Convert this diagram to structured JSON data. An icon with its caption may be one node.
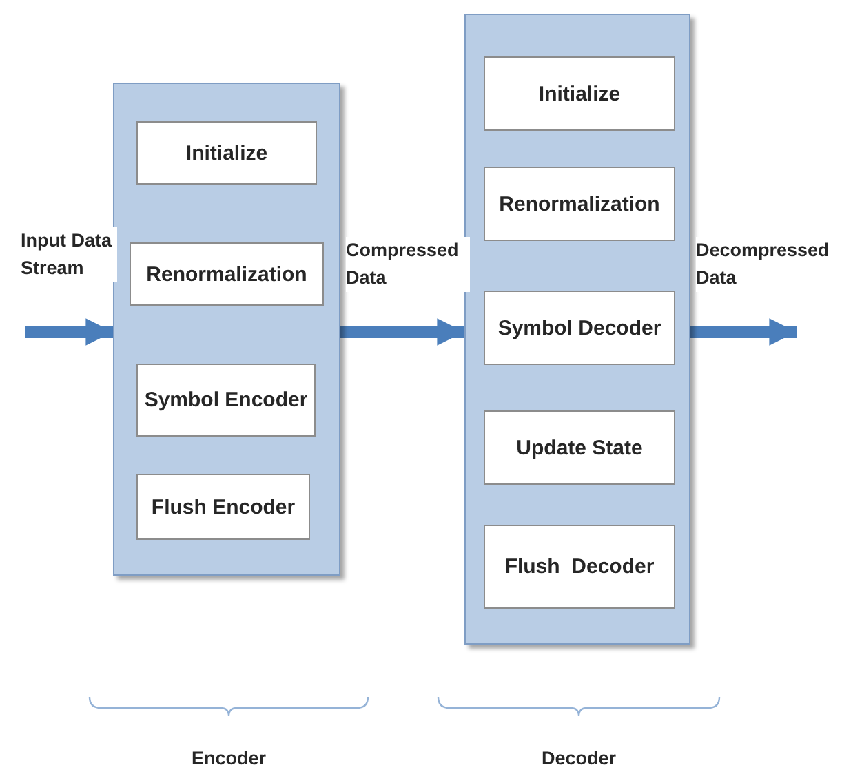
{
  "diagram": {
    "nodes": [
      {
        "text": [],
        "shape": "box"
      },
      {
        "text": [
          "Initialize"
        ],
        "in": 0
      },
      {
        "text": [
          "Renormalization"
        ],
        "in": 0
      },
      {
        "text": [
          "Symbol Encoder"
        ],
        "in": 0
      },
      {
        "text": [
          "Flush Encoder"
        ],
        "in": 0
      },
      {
        "text": [],
        "shape": "box"
      },
      {
        "text": [
          "Initialize"
        ],
        "in": 5
      },
      {
        "text": [
          "Renormalization"
        ],
        "in": 5
      },
      {
        "text": [
          "Symbol Decoder"
        ],
        "in": 5
      },
      {
        "text": [
          "Update State"
        ],
        "in": 5
      },
      {
        "text": [
          "Flush  Decoder"
        ],
        "in": 5
      }
    ],
    "edges": [
      {
        "from": null,
        "to": 0,
        "arrow": "to",
        "label": "Input Data Stream"
      },
      {
        "from": 0,
        "to": 5,
        "arrow": "to",
        "label": "Compressed Data"
      },
      {
        "from": 5,
        "to": null,
        "arrow": "to",
        "label": "Decompressed Data"
      }
    ],
    "labels": [
      "Encoder",
      "Decoder"
    ]
  }
}
